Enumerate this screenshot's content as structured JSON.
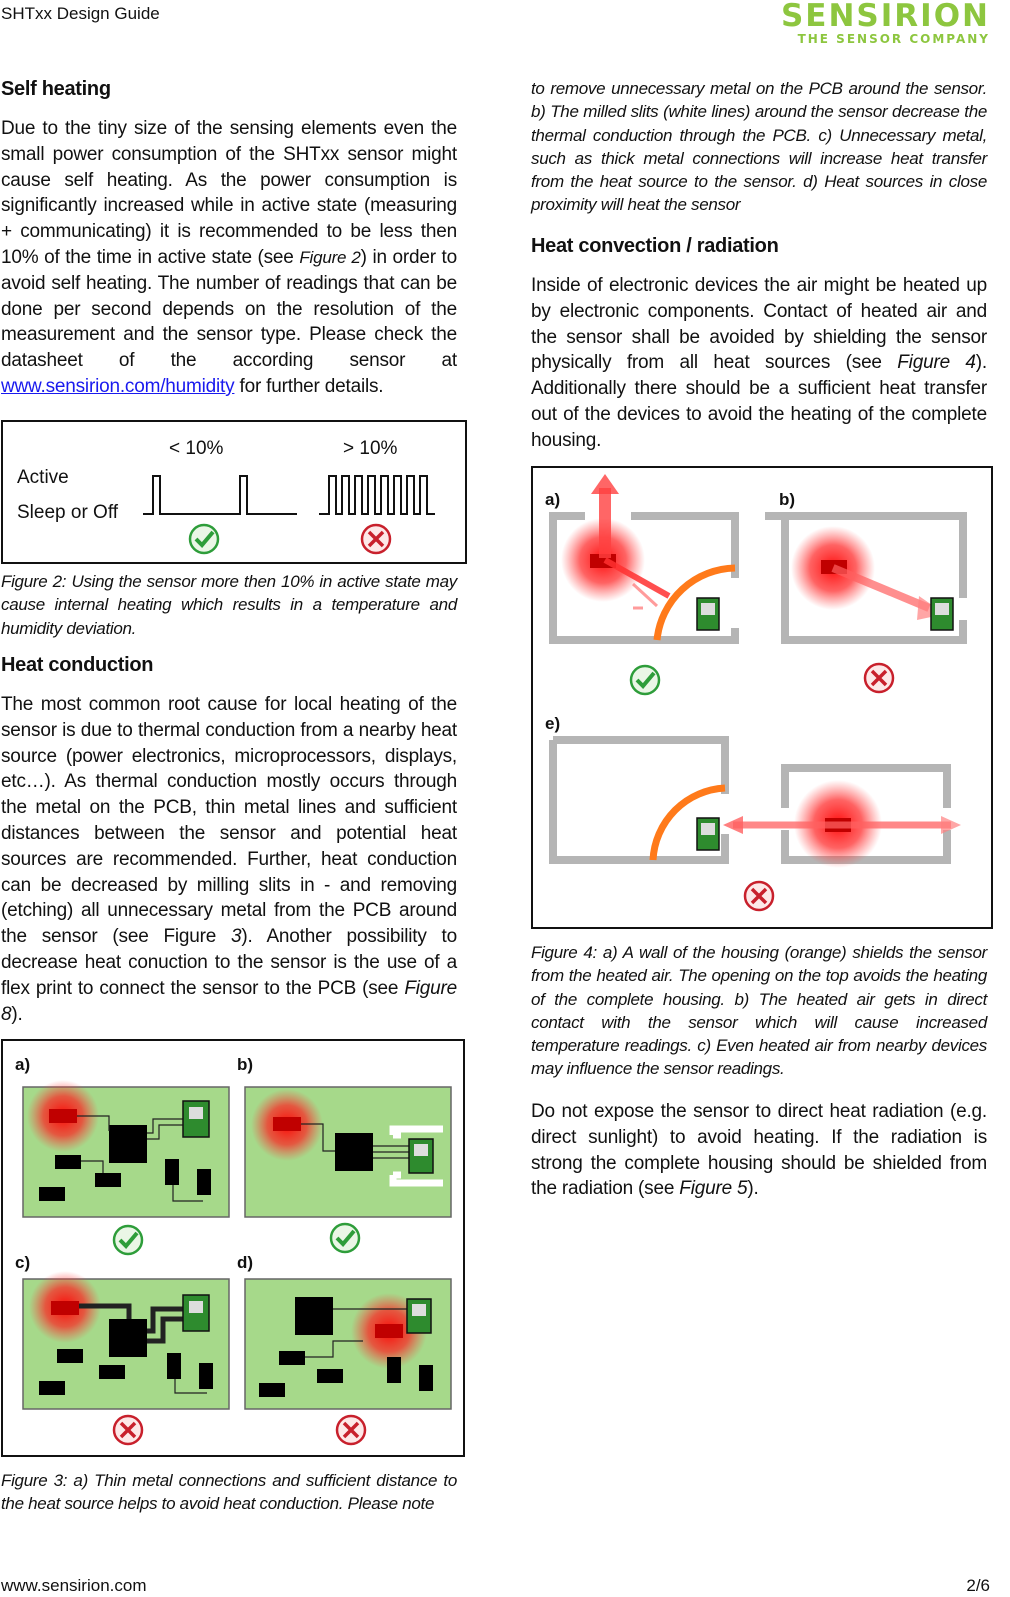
{
  "header": {
    "doc_title": "SHTxx Design Guide",
    "logo_main": "SENSIRION",
    "logo_sub": "THE SENSOR COMPANY"
  },
  "footer": {
    "website": "www.sensirion.com",
    "page": "2/6"
  },
  "left": {
    "self_heating_title": "Self heating",
    "self_heating_p1": "Due to the tiny size of the sensing elements even the small power consumption of the SHTxx sensor might cause self heating. As the power consumption is significantly increased while in active state (measuring + communicating) it is recommended to be less then 10% of the time in active state (see ",
    "self_heating_fig_ref": "Figure 2",
    "self_heating_p2": ") in order to avoid self heating. The number of readings that can be done per second depends on the resolution of the measurement and the sensor type. Please check the datasheet of the according sensor at ",
    "self_heating_link": "www.sensirion.com/humidity",
    "self_heating_p3": " for further details.",
    "fig2": {
      "lt": "< 10%",
      "gt": "> 10%",
      "active": "Active",
      "sleep": "Sleep or Off"
    },
    "fig2_caption": "Figure 2: Using the sensor more then 10% in active state may cause internal heating which results in a temperature and humidity deviation.",
    "heat_conduction_title": "Heat conduction",
    "heat_conduction_p1": "The most common root cause for local heating of the sensor is due to thermal conduction from a nearby heat source (power electronics, microprocessors, displays, etc…). As thermal conduction mostly occurs through the metal on the PCB, thin metal lines and sufficient distances between the sensor and potential heat sources are recommended. Further, heat conduction can be decreased by milling slits in - and removing (etching) all unnecessary metal from the PCB around the sensor (see Figure ",
    "heat_conduction_ref1": "3",
    "heat_conduction_p2": "). Another possibility to decrease heat conuction to the sensor is the use of a flex print to connect the sensor to the PCB (see ",
    "heat_conduction_ref2": "Figure 8",
    "heat_conduction_p3": ").",
    "fig3_labels": [
      "a)",
      "b)",
      "c)",
      "d)"
    ],
    "fig3_caption": "Figure 3: a) Thin metal connections and sufficient distance to the heat source helps to avoid heat conduction. Please note"
  },
  "right": {
    "fig3_caption_cont": "to remove unnecessary metal on the PCB around the sensor. b) The milled slits (white lines) around the sensor decrease the thermal conduction through the PCB. c) Unnecessary metal, such as thick metal connections will increase heat transfer from the heat source to the sensor. d) Heat sources in close proximity will heat the sensor",
    "convection_title": "Heat convection / radiation",
    "convection_p1": "Inside of electronic devices the air might be heated up by electronic components. Contact of heated air and the sensor shall be avoided by shielding the sensor physically from all heat sources (see ",
    "convection_ref": "Figure 4",
    "convection_p2": "). Additionally there should be a sufficient heat transfer out of the devices to avoid the heating of the complete housing.",
    "fig4_labels": [
      "a)",
      "b)",
      "e)"
    ],
    "fig4_caption": "Figure 4: a) A wall of the housing (orange) shields the sensor from the heated air. The opening on the top avoids the heating of the complete housing. b) The heated air gets in direct contact with the sensor which will cause increased temperature readings. c) Even heated air from nearby devices may influence the sensor readings.",
    "radiation_p1": "Do not expose the sensor to direct heat radiation (e.g. direct sunlight) to avoid heating. If the radiation is strong the complete housing should be shielded from the radiation (see ",
    "radiation_ref": "Figure 5",
    "radiation_p2": ")."
  },
  "colors": {
    "brand": "#8dc63f",
    "pcb": "#a6d98a",
    "ok": "#2e9d3a",
    "bad": "#c8202c",
    "orange": "#ff7a1a"
  }
}
